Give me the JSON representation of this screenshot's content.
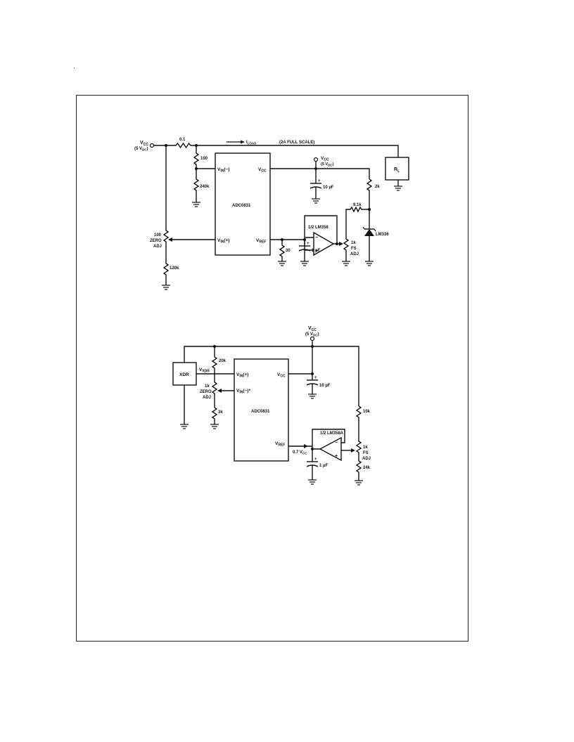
{
  "diagram1": {
    "vcc_label": "V",
    "vcc_sub": "CC",
    "vcc_value": "(5 V",
    "vcc_value_sub": "DC",
    "vcc_close": ")",
    "r_sense": "0.1",
    "iload": "I",
    "iload_sub": "LOAD",
    "full_scale": "(2A FULL SCALE)",
    "rl": "R",
    "rl_sub": "L",
    "r100": "100",
    "r240k": "240k",
    "vin_minus": "V",
    "vin_minus_sub": "IN",
    "vin_minus_suffix": "(−)",
    "vin_plus": "V",
    "vin_plus_sub": "IN",
    "vin_plus_suffix": "(+)",
    "chip": "ADC0831",
    "vcc_pin": "V",
    "vcc_pin_sub": "CC",
    "vref_pin": "V",
    "vref_pin_sub": "REF",
    "vcc2": "V",
    "vcc2_sub": "CC",
    "vcc2_value": "(5 V",
    "vcc2_value_sub": "DC",
    "vcc2_close": ")",
    "cap10": "10 µF",
    "r2k": "2k",
    "r91k": "9.1k",
    "opamp": "1/2 LM358",
    "lm336": "LM336",
    "r30": "30",
    "cap1": "1 µF",
    "fs_value": "1k",
    "fs_l1": "FS",
    "fs_l2": "ADJ",
    "zero_value": "100",
    "zero_l1": "ZERO",
    "zero_l2": "ADJ",
    "r120k": "120k"
  },
  "diagram2": {
    "vcc_label": "V",
    "vcc_sub": "CC",
    "vcc_value": "(5 V",
    "vcc_value_sub": "DC",
    "vcc_close": ")",
    "xdr": "XDR",
    "vxdr": "V",
    "vxdr_sub": "XDR",
    "r20k": "20k",
    "zero_value": "1k",
    "zero_l1": "ZERO",
    "zero_l2": "ADJ",
    "r3k": "3k",
    "vin_plus": "V",
    "vin_plus_sub": "IN",
    "vin_plus_suffix": "(+)",
    "vin_minus": "V",
    "vin_minus_sub": "IN",
    "vin_minus_suffix": "(−)*",
    "chip": "ADC0831",
    "vcc_pin": "V",
    "vcc_pin_sub": "CC",
    "vref_pin": "V",
    "vref_pin_sub": "REF",
    "cap10": "10 µF",
    "opamp": "1/2 LM358A",
    "vref_level": "0.7 V",
    "vref_level_sub": "CC",
    "cap1": "1 µF",
    "r10k": "10k",
    "fs_value": "1k",
    "fs_l1": "FS",
    "fs_l2": "ADJ",
    "r24k": "24k"
  }
}
